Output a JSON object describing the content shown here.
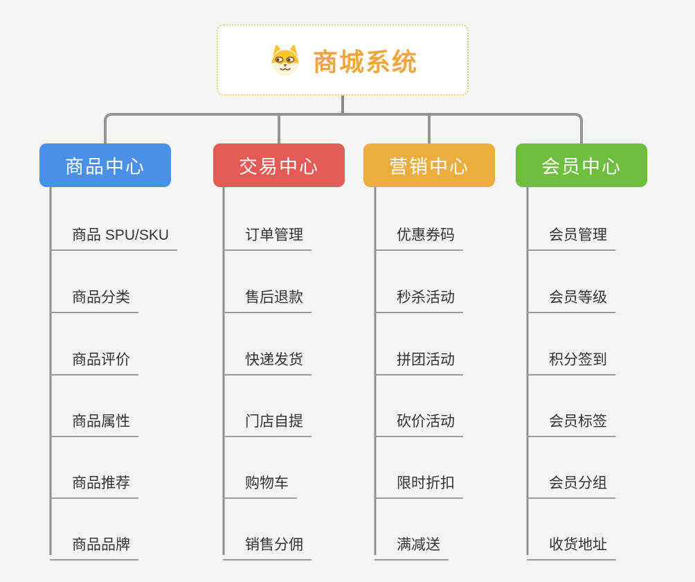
{
  "root": {
    "title": "商城系统",
    "icon": "dog-icon"
  },
  "branches": [
    {
      "label": "商品中心",
      "color": "#4a8fe8",
      "items": [
        "商品 SPU/SKU",
        "商品分类",
        "商品评价",
        "商品属性",
        "商品推荐",
        "商品品牌"
      ]
    },
    {
      "label": "交易中心",
      "color": "#e45b55",
      "items": [
        "订单管理",
        "售后退款",
        "快递发货",
        "门店自提",
        "购物车",
        "销售分佣"
      ]
    },
    {
      "label": "营销中心",
      "color": "#ebad3d",
      "items": [
        "优惠券码",
        "秒杀活动",
        "拼团活动",
        "砍价活动",
        "限时折扣",
        "满减送"
      ]
    },
    {
      "label": "会员中心",
      "color": "#6fbe40",
      "items": [
        "会员管理",
        "会员等级",
        "积分签到",
        "会员标签",
        "会员分组",
        "收货地址"
      ]
    }
  ],
  "colors": {
    "background": "#f5f5f5",
    "connector": "#949494",
    "underline": "#9c9c9c",
    "root_border": "#f3c57c",
    "root_title": "#efa63e",
    "leaf_text": "#333333"
  }
}
